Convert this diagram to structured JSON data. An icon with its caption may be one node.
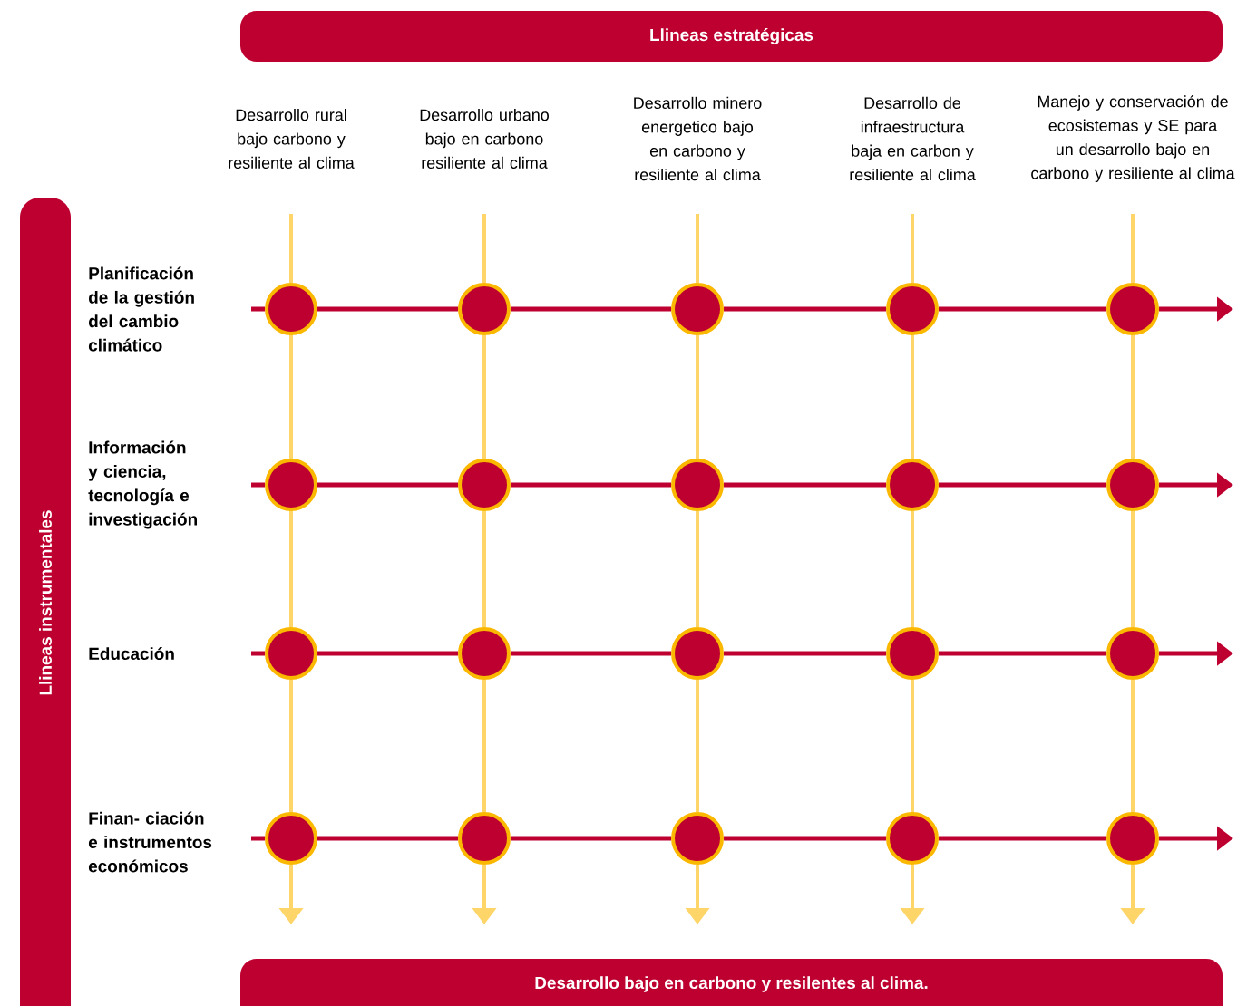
{
  "diagram": {
    "nodes": [
      {
        "text": [
          "Llineas estratégicas"
        ]
      },
      {
        "text": [
          "Llineas instrumentales"
        ]
      },
      {
        "text": [
          "Desarrollo bajo en carbono y resilentes al clima."
        ]
      },
      {
        "text": [
          "Desarrollo rural bajo carbono y resiliente al clima"
        ]
      },
      {
        "text": [
          "Desarrollo urbano bajo en carbono resiliente al clima"
        ]
      },
      {
        "text": [
          "Desarrollo minero energetico bajo en carbono y resiliente al clima"
        ]
      },
      {
        "text": [
          "Desarrollo de infraestructura baja en carbon y resiliente al clima"
        ]
      },
      {
        "text": [
          "Manejo y conservación de ecosistemas y SE para un desarrollo bajo en carbono y resiliente al clima"
        ]
      },
      {
        "text": [
          "Planificación de la gestión del cambio climático"
        ]
      },
      {
        "text": [
          "Información y ciencia, tecnología e investigación"
        ]
      },
      {
        "text": [
          "Educación"
        ]
      },
      {
        "text": [
          "Finan- ciación e instrumentos económicos"
        ]
      },
      {
        "text": [],
        "shape": "circle"
      },
      {
        "text": [],
        "shape": "circle"
      },
      {
        "text": [],
        "shape": "circle"
      },
      {
        "text": [],
        "shape": "circle"
      },
      {
        "text": [],
        "shape": "circle"
      },
      {
        "text": [],
        "shape": "circle"
      },
      {
        "text": [],
        "shape": "circle"
      },
      {
        "text": [],
        "shape": "circle"
      },
      {
        "text": [],
        "shape": "circle"
      },
      {
        "text": [],
        "shape": "circle"
      },
      {
        "text": [],
        "shape": "circle"
      },
      {
        "text": [],
        "shape": "circle"
      },
      {
        "text": [],
        "shape": "circle"
      },
      {
        "text": [],
        "shape": "circle"
      },
      {
        "text": [],
        "shape": "circle"
      },
      {
        "text": [],
        "shape": "circle"
      },
      {
        "text": [],
        "shape": "circle"
      },
      {
        "text": [],
        "shape": "circle"
      },
      {
        "text": [],
        "shape": "circle"
      },
      {
        "text": [],
        "shape": "circle"
      }
    ],
    "edges": [
      {
        "from": null,
        "to": 12,
        "arrow": "none"
      },
      {
        "from": 12,
        "to": 17,
        "arrow": "none"
      },
      {
        "from": 17,
        "to": 22,
        "arrow": "none"
      },
      {
        "from": 22,
        "to": 27,
        "arrow": "none"
      },
      {
        "from": 27,
        "to": null,
        "arrow": "to"
      },
      {
        "from": null,
        "to": 13,
        "arrow": "none"
      },
      {
        "from": 13,
        "to": 18,
        "arrow": "none"
      },
      {
        "from": 18,
        "to": 23,
        "arrow": "none"
      },
      {
        "from": 23,
        "to": 28,
        "arrow": "none"
      },
      {
        "from": 28,
        "to": null,
        "arrow": "to"
      },
      {
        "from": null,
        "to": 14,
        "arrow": "none"
      },
      {
        "from": 14,
        "to": 19,
        "arrow": "none"
      },
      {
        "from": 19,
        "to": 24,
        "arrow": "none"
      },
      {
        "from": 24,
        "to": 29,
        "arrow": "none"
      },
      {
        "from": 29,
        "to": null,
        "arrow": "to"
      },
      {
        "from": null,
        "to": 15,
        "arrow": "none"
      },
      {
        "from": 15,
        "to": 20,
        "arrow": "none"
      },
      {
        "from": 20,
        "to": 25,
        "arrow": "none"
      },
      {
        "from": 25,
        "to": 30,
        "arrow": "none"
      },
      {
        "from": 30,
        "to": null,
        "arrow": "to"
      },
      {
        "from": null,
        "to": 16,
        "arrow": "none"
      },
      {
        "from": 16,
        "to": 21,
        "arrow": "none"
      },
      {
        "from": 21,
        "to": 26,
        "arrow": "none"
      },
      {
        "from": 26,
        "to": 31,
        "arrow": "none"
      },
      {
        "from": 31,
        "to": null,
        "arrow": "to"
      },
      {
        "from": null,
        "to": 12,
        "arrow": "none",
        "color": "#be0030"
      },
      {
        "from": 12,
        "to": 13,
        "arrow": "none",
        "color": "#be0030"
      },
      {
        "from": 13,
        "to": 14,
        "arrow": "none",
        "color": "#be0030"
      },
      {
        "from": 14,
        "to": 15,
        "arrow": "none",
        "color": "#be0030"
      },
      {
        "from": 15,
        "to": 16,
        "arrow": "none",
        "color": "#be0030"
      },
      {
        "from": 16,
        "to": null,
        "arrow": "to",
        "color": "#be0030"
      },
      {
        "from": null,
        "to": 17,
        "arrow": "none",
        "color": "#be0030"
      },
      {
        "from": 17,
        "to": 18,
        "arrow": "none",
        "color": "#be0030"
      },
      {
        "from": 18,
        "to": 19,
        "arrow": "none",
        "color": "#be0030"
      },
      {
        "from": 19,
        "to": 20,
        "arrow": "none",
        "color": "#be0030"
      },
      {
        "from": 20,
        "to": 21,
        "arrow": "none",
        "color": "#be0030"
      },
      {
        "from": 21,
        "to": null,
        "arrow": "to",
        "color": "#be0030"
      },
      {
        "from": null,
        "to": 22,
        "arrow": "none",
        "color": "#be0030"
      },
      {
        "from": 22,
        "to": 23,
        "arrow": "none",
        "color": "#be0030"
      },
      {
        "from": 23,
        "to": 24,
        "arrow": "none",
        "color": "#be0030"
      },
      {
        "from": 24,
        "to": 25,
        "arrow": "none",
        "color": "#be0030"
      },
      {
        "from": 25,
        "to": 26,
        "arrow": "none",
        "color": "#be0030"
      },
      {
        "from": 26,
        "to": null,
        "arrow": "to",
        "color": "#be0030"
      },
      {
        "from": null,
        "to": 27,
        "arrow": "none",
        "color": "#be0030"
      },
      {
        "from": 27,
        "to": 28,
        "arrow": "none",
        "color": "#be0030"
      },
      {
        "from": 28,
        "to": 29,
        "arrow": "none",
        "color": "#be0030"
      },
      {
        "from": 29,
        "to": 30,
        "arrow": "none",
        "color": "#be0030"
      },
      {
        "from": 30,
        "to": 31,
        "arrow": "none",
        "color": "#be0030"
      },
      {
        "from": 31,
        "to": null,
        "arrow": "to",
        "color": "#be0030"
      }
    ]
  }
}
